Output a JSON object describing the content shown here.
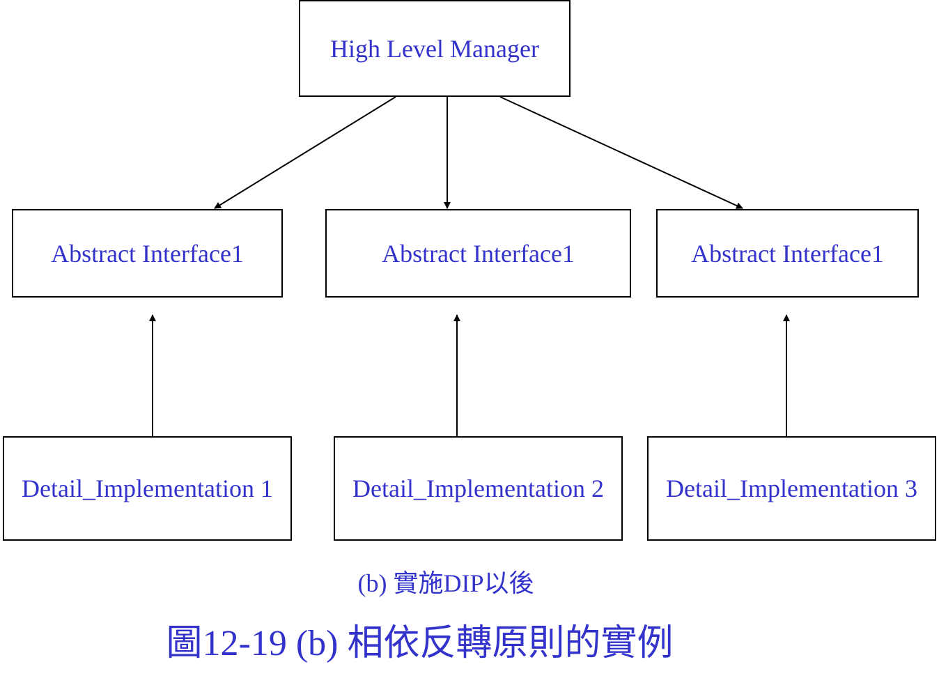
{
  "diagram": {
    "nodes": {
      "manager": {
        "label": "High Level Manager"
      },
      "interface_1": {
        "label": "Abstract Interface1"
      },
      "interface_2": {
        "label": "Abstract Interface1"
      },
      "interface_3": {
        "label": "Abstract Interface1"
      },
      "detail_1": {
        "label": "Detail_Implementation 1"
      },
      "detail_2": {
        "label": "Detail_Implementation 2"
      },
      "detail_3": {
        "label": "Detail_Implementation 3"
      }
    },
    "edges": [
      {
        "from": "manager",
        "to": "interface_1"
      },
      {
        "from": "manager",
        "to": "interface_2"
      },
      {
        "from": "manager",
        "to": "interface_3"
      },
      {
        "from": "detail_1",
        "to": "interface_1"
      },
      {
        "from": "detail_2",
        "to": "interface_2"
      },
      {
        "from": "detail_3",
        "to": "interface_3"
      }
    ],
    "subcaption": "(b) 實施DIP以後",
    "caption": "圖12-19 (b) 相依反轉原則的實例"
  },
  "colors": {
    "text": "#3333cc",
    "lines": "#000000",
    "box_border": "#000000"
  }
}
